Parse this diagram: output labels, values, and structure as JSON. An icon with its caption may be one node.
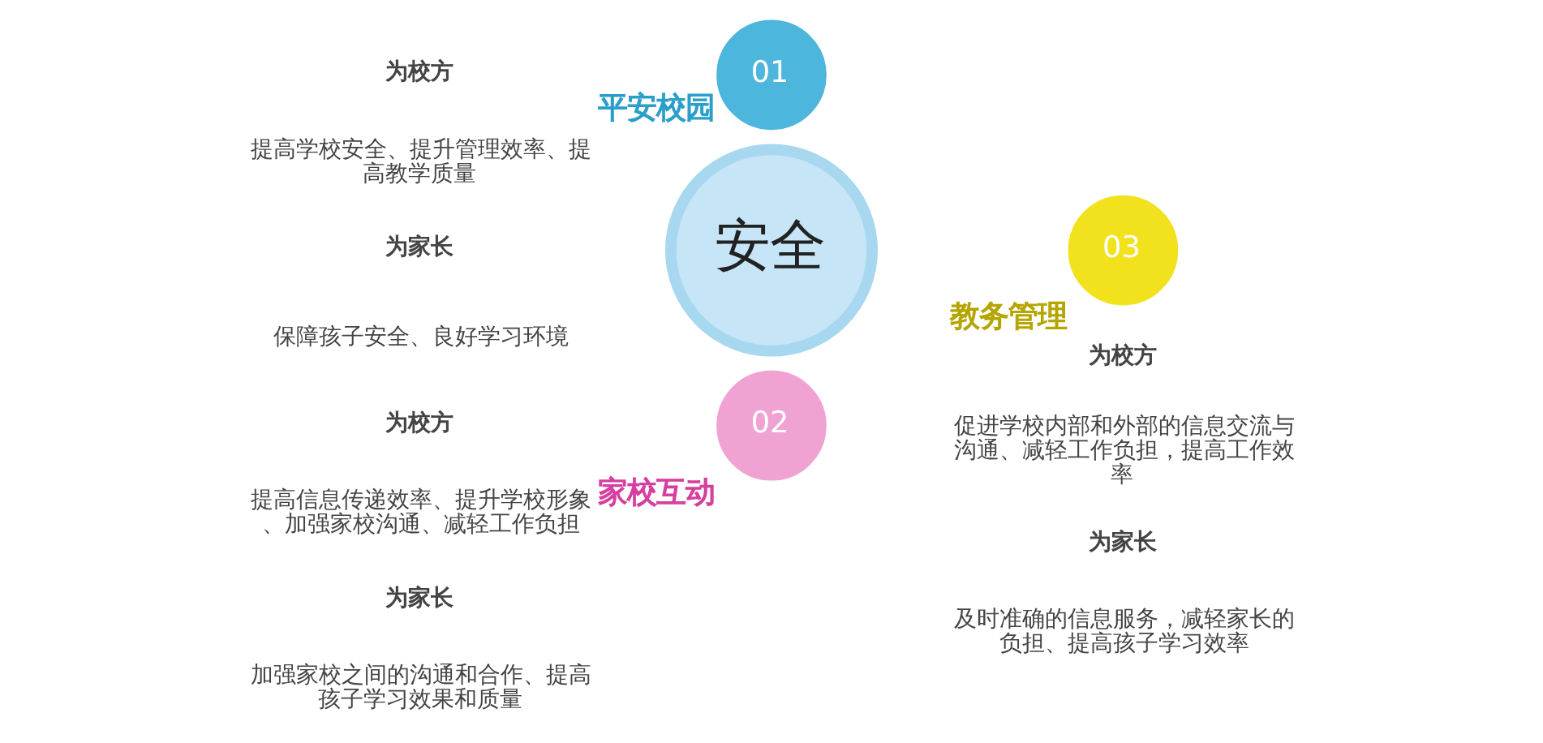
{
  "diagram": {
    "nodes": [
      {
        "text": [
          "安全"
        ]
      },
      {
        "text": [
          "01"
        ],
        "beside": [
          "平安校园"
        ]
      },
      {
        "text": [
          "03"
        ],
        "beside": [
          "教务管理"
        ]
      },
      {
        "text": [
          "02"
        ],
        "beside": [
          "家校互动"
        ]
      }
    ],
    "labels": [
      "为校方",
      "提高学校安全、提升管理效率、提高教学质量",
      "为家长",
      "保障孩子安全、良好学习环境",
      "为校方",
      "促进学校内部和外部的信息交流与沟通、减轻工作负担，提高工作效率",
      "为家长",
      "及时准确的信息服务，减轻家长的负担、提高孩子学习效率",
      "为校方",
      "提高信息传递效率、提升学校形象、加强家校沟通、减轻工作负担",
      "为家长",
      "加强家校之间的沟通和合作、提高孩子学习效果和质量"
    ]
  }
}
